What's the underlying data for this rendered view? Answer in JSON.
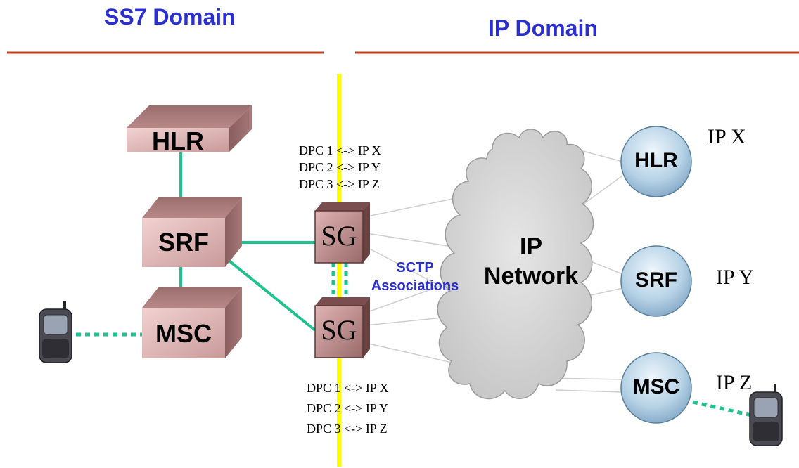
{
  "headers": {
    "left": "SS7 Domain",
    "right": "IP Domain"
  },
  "ss7_nodes": {
    "hlr": "HLR",
    "srf": "SRF",
    "msc": "MSC"
  },
  "gateways": {
    "top": "SG",
    "bottom": "SG"
  },
  "mappings_top": [
    "DPC 1 <-> IP X",
    "DPC 2 <-> IP Y",
    "DPC 3 <-> IP Z"
  ],
  "mappings_bottom": [
    "DPC 1 <-> IP X",
    "DPC 2 <-> IP Y",
    "DPC 3 <-> IP Z"
  ],
  "sctp": {
    "line1": "SCTP",
    "line2": "Associations"
  },
  "cloud": {
    "line1": "IP",
    "line2": "Network"
  },
  "ip_nodes": {
    "hlr": "HLR",
    "srf": "SRF",
    "msc": "MSC"
  },
  "ip_labels": {
    "x": "IP X",
    "y": "IP Y",
    "z": "IP Z"
  },
  "colors": {
    "title_blue": "#2b2fd0",
    "rule_orange": "#c0401a",
    "link_green": "#1fc28f",
    "divider_yellow": "#ffff00",
    "box_pink": "#e8b8b8",
    "circle_blue": "#a8c8e0",
    "cloud_gray": "#d8d8d8"
  }
}
